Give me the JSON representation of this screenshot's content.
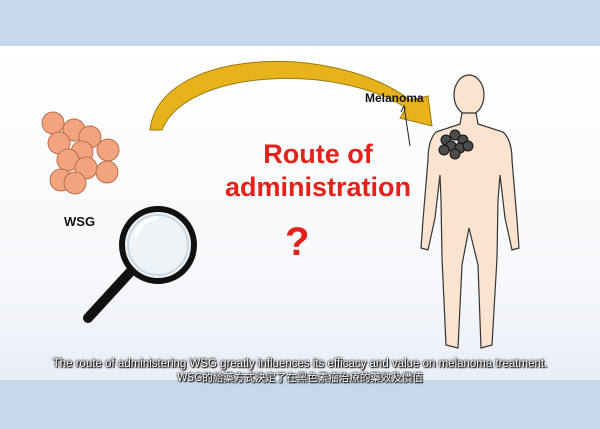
{
  "title_line1": "Route of",
  "title_line2": "administration",
  "question_mark": "?",
  "wsg_label": "WSG",
  "melanoma_label": "Melanoma",
  "caption_en": "The route of administering WSG greatly influences its efficacy and value on melanoma treatment.",
  "caption_zh": "WSG的給藥方式決定了在黑色素瘤治療的藥效及價值",
  "colors": {
    "title": "#e8201a",
    "particle": "#f3a37d",
    "body": "#fbe3d0",
    "arrow": "#e7b21a",
    "background": "#c5d8ec"
  }
}
